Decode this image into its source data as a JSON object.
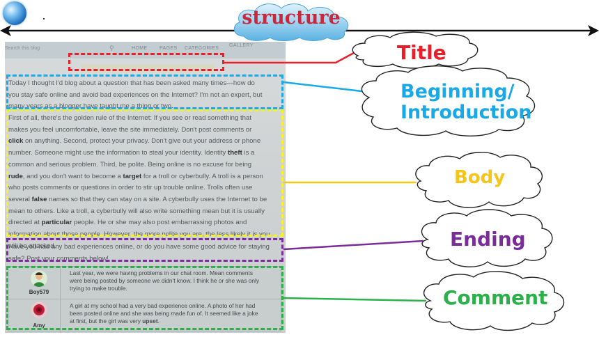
{
  "header": {
    "structure_label": "structure"
  },
  "page": {
    "nav": {
      "search_placeholder": "Search this blog",
      "links": [
        "HOME",
        "PAGES",
        "CATEGORIES",
        "GALLERY"
      ]
    },
    "intro_lines": [
      "Today I thought I'd blog about a question that has been asked many times—how do",
      "you stay safe online and avoid bad experiences on the Internet? I'm not an expert, but",
      "many years as a blogger have taught me a thing or two."
    ],
    "body_lines": [
      "First of all, there's the golden rule of the Internet: If you see or read something that",
      "makes you feel uncomfortable, leave the site immediately. Don't post comments or",
      "**click** on anything. Second, protect your privacy. Don't give out your address or phone",
      "number. Someone might use the information to steal your identity. Identity **theft** is a",
      "common and serious problem. Third, be polite. Being online is no excuse for being",
      "**rude**, and you don't want to become a **target** for a troll or cyberbully. A troll is a person",
      "who posts comments or questions in order to stir up trouble online. Trolls often use",
      "several **false** names so that they can stay on a site. A cyberbully uses the Internet to be",
      "mean to others. Like a troll, a cyberbully will also write something mean but it is usually",
      "directed at **particular** people. He or she may also post embarrassing photos and",
      "information about those people. However, the more polite you are, the less likely it is you",
      "will be attacked."
    ],
    "ending_lines": [
      "Have you had any bad experiences online, or do you have some good advice for staying",
      "safe? Post your comments below!"
    ],
    "comments": [
      {
        "user": "Boy579",
        "lines": [
          "Last year, we were having problems in our chat room. Mean comments",
          "were being posted by someone we didn't know. I think he or she was only",
          "trying to make trouble."
        ]
      },
      {
        "user": "Amy",
        "lines": [
          "A girl at my school had a very bad experience online. A photo of her had",
          "been posted online and she was being made fun of. It seemed like a joke",
          "at first, but the girl was very **upset**."
        ]
      }
    ]
  },
  "labels": {
    "title": "Title",
    "intro_line1": "Beginning/",
    "intro_line2": "Introduction",
    "body": "Body",
    "ending": "Ending",
    "comment": "Comment"
  },
  "colors": {
    "title": "#e8202a",
    "intro": "#19a9e6",
    "body": "#f5c518",
    "ending": "#7a2d9a",
    "comment": "#2cb04a"
  }
}
